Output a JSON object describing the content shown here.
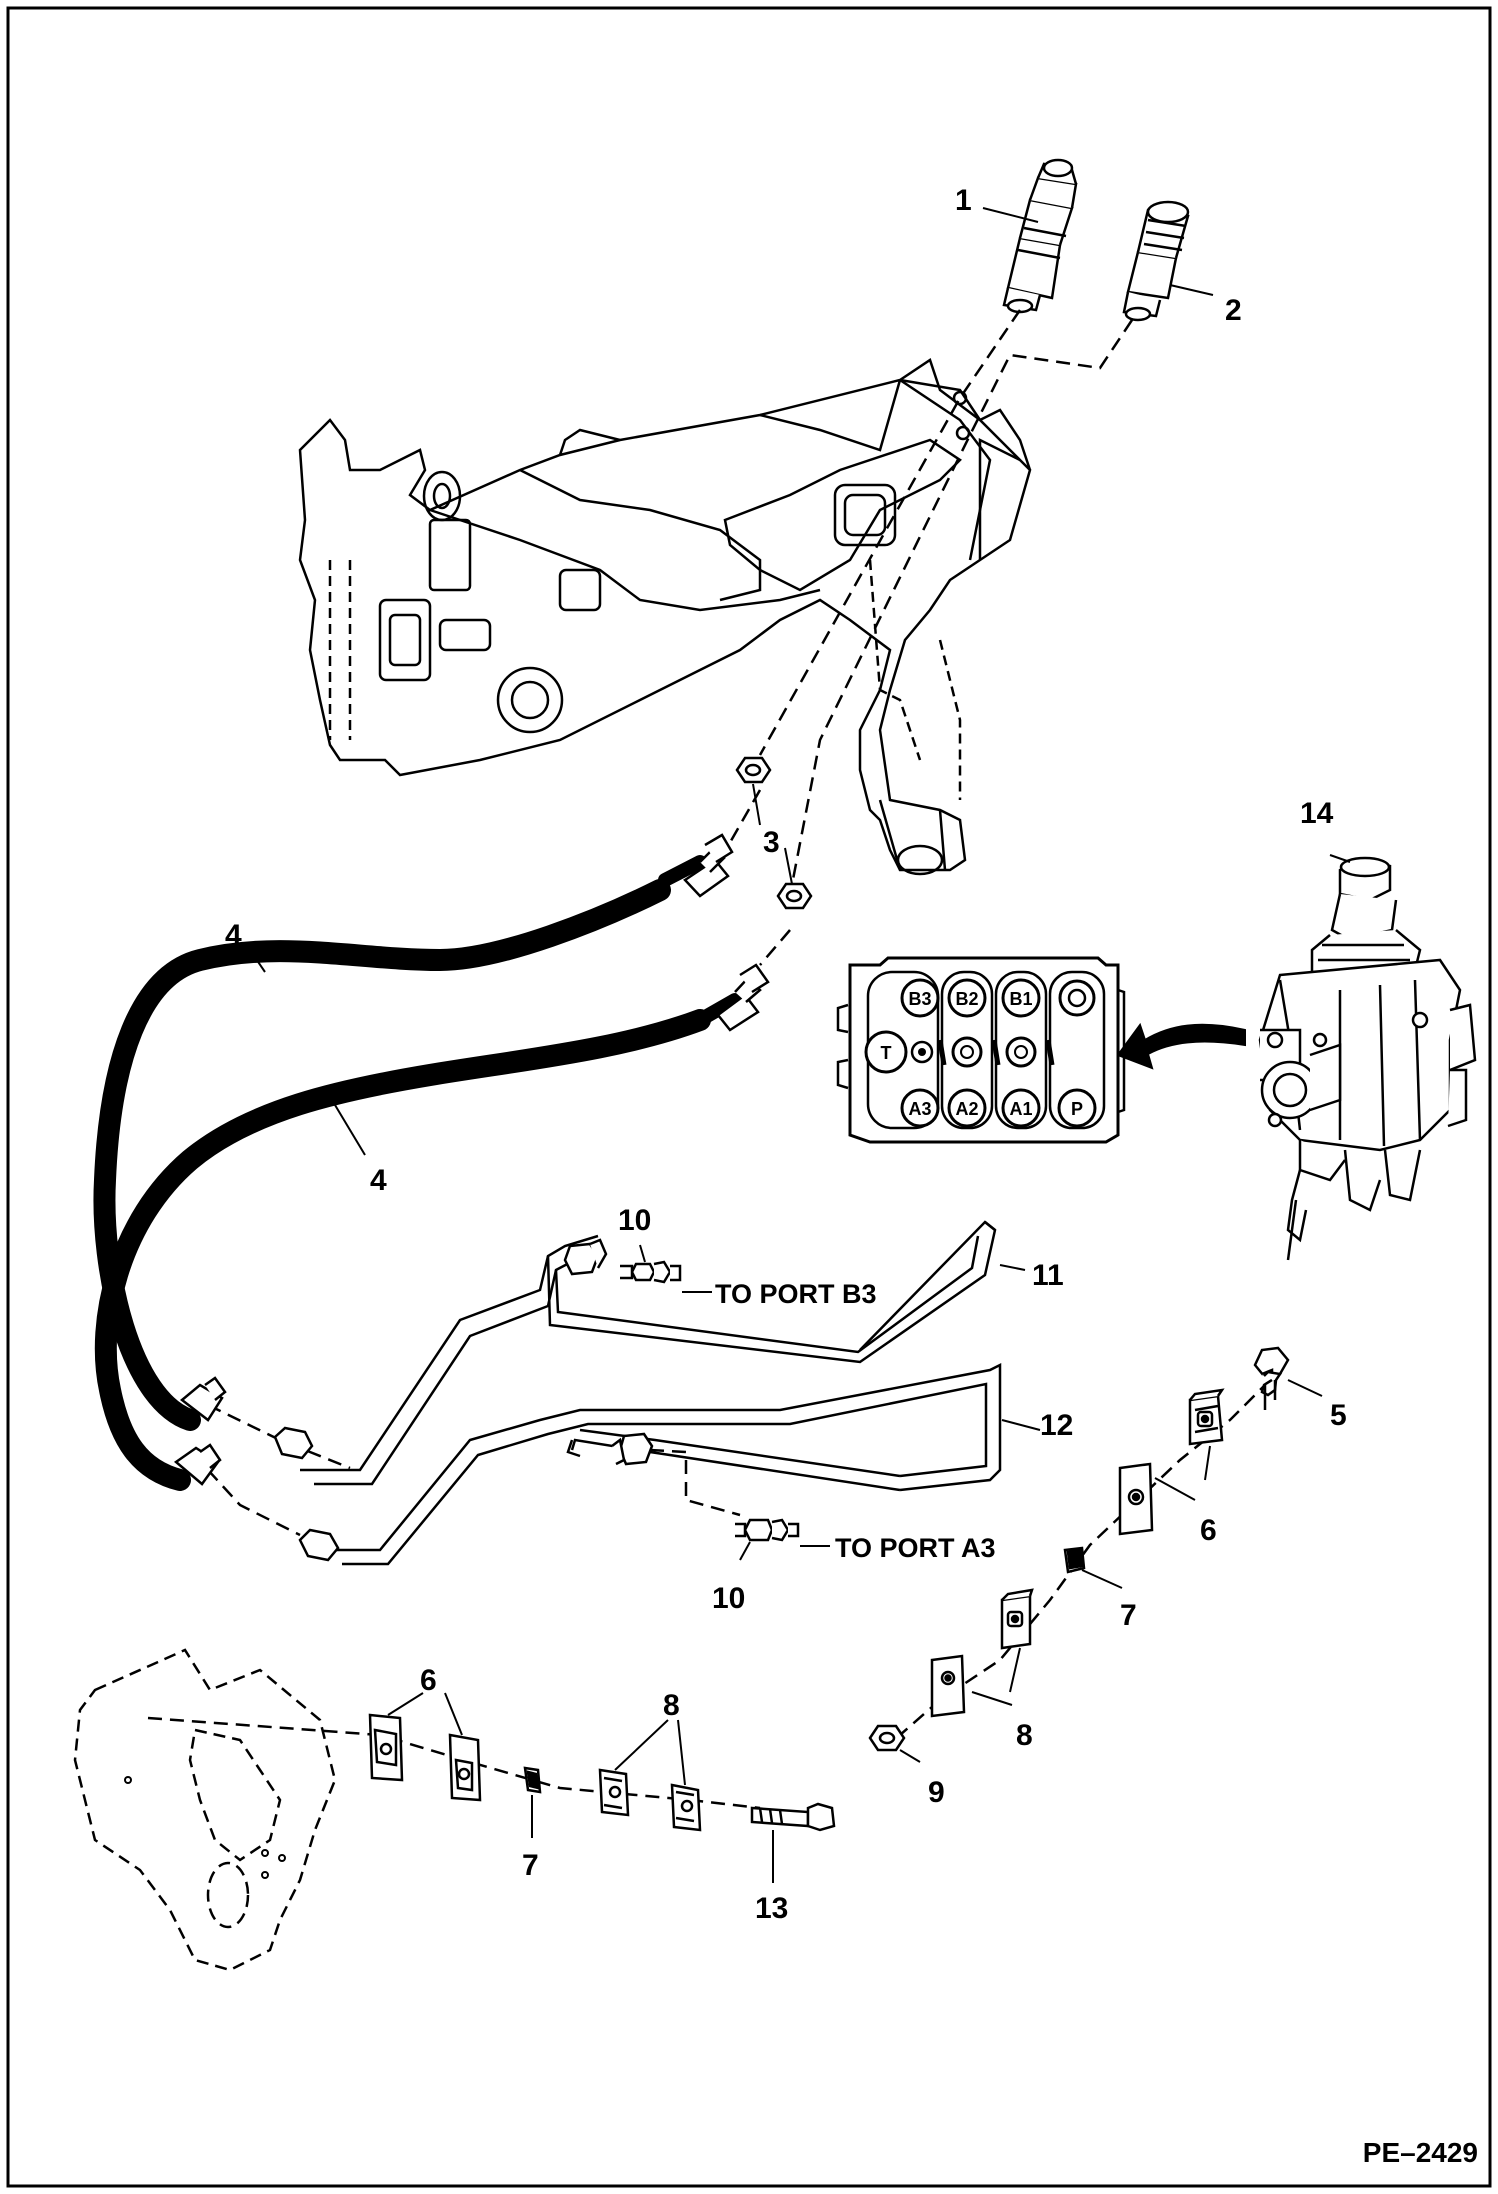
{
  "callouts": {
    "c1": "1",
    "c2": "2",
    "c3": "3",
    "c4a": "4",
    "c4b": "4",
    "c5": "5",
    "c6a": "6",
    "c6b": "6",
    "c7a": "7",
    "c7b": "7",
    "c8a": "8",
    "c8b": "8",
    "c9": "9",
    "c10a": "10",
    "c10b": "10",
    "c11": "11",
    "c12": "12",
    "c13": "13",
    "c14": "14"
  },
  "ports": {
    "b3": "TO PORT B3",
    "a3": "TO PORT A3"
  },
  "valve_ports": {
    "b3": "B3",
    "b2": "B2",
    "b1": "B1",
    "t": "T",
    "a3": "A3",
    "a2": "A2",
    "a1": "A1",
    "p": "P"
  },
  "ref_code": "PE–2429"
}
